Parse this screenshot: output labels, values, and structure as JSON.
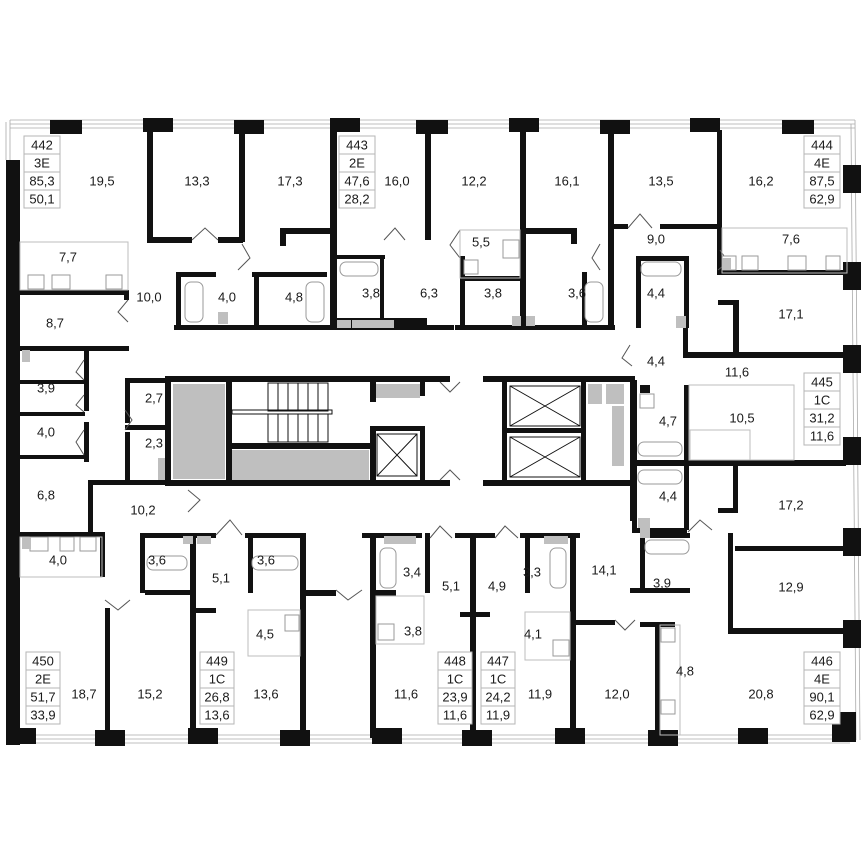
{
  "plan": {
    "background": "#ffffff",
    "wall_color": "#111111",
    "shaft_color": "#bfbfbf"
  },
  "apartments": [
    {
      "id": "apt-442",
      "number": "442",
      "type": "3E",
      "total_area": "85,3",
      "living_area": "50,1"
    },
    {
      "id": "apt-443",
      "number": "443",
      "type": "2E",
      "total_area": "47,6",
      "living_area": "28,2"
    },
    {
      "id": "apt-444",
      "number": "444",
      "type": "4E",
      "total_area": "87,5",
      "living_area": "62,9"
    },
    {
      "id": "apt-445",
      "number": "445",
      "type": "1C",
      "total_area": "31,2",
      "living_area": "11,6"
    },
    {
      "id": "apt-446",
      "number": "446",
      "type": "4E",
      "total_area": "90,1",
      "living_area": "62,9"
    },
    {
      "id": "apt-447",
      "number": "447",
      "type": "1C",
      "total_area": "24,2",
      "living_area": "11,9"
    },
    {
      "id": "apt-448",
      "number": "448",
      "type": "1C",
      "total_area": "23,9",
      "living_area": "11,6"
    },
    {
      "id": "apt-449",
      "number": "449",
      "type": "1C",
      "total_area": "26,8",
      "living_area": "13,6"
    },
    {
      "id": "apt-450",
      "number": "450",
      "type": "2E",
      "total_area": "51,7",
      "living_area": "33,9"
    }
  ],
  "rooms": [
    {
      "area": "19,5"
    },
    {
      "area": "13,3"
    },
    {
      "area": "17,3"
    },
    {
      "area": "16,0"
    },
    {
      "area": "12,2"
    },
    {
      "area": "16,1"
    },
    {
      "area": "13,5"
    },
    {
      "area": "16,2"
    },
    {
      "area": "7,7"
    },
    {
      "area": "5,5"
    },
    {
      "area": "9,0"
    },
    {
      "area": "7,6"
    },
    {
      "area": "10,0"
    },
    {
      "area": "4,0"
    },
    {
      "area": "4,8"
    },
    {
      "area": "3,8"
    },
    {
      "area": "6,3"
    },
    {
      "area": "3,8"
    },
    {
      "area": "3,6"
    },
    {
      "area": "4,4"
    },
    {
      "area": "8,7"
    },
    {
      "area": "17,1"
    },
    {
      "area": "4,4"
    },
    {
      "area": "11,6"
    },
    {
      "area": "3,9"
    },
    {
      "area": "2,7"
    },
    {
      "area": "4,0"
    },
    {
      "area": "2,3"
    },
    {
      "area": "4,7"
    },
    {
      "area": "10,5"
    },
    {
      "area": "6,8"
    },
    {
      "area": "10,2"
    },
    {
      "area": "4,4"
    },
    {
      "area": "17,2"
    },
    {
      "area": "4,0"
    },
    {
      "area": "3,6"
    },
    {
      "area": "3,6"
    },
    {
      "area": "5,1"
    },
    {
      "area": "3,4"
    },
    {
      "area": "5,1"
    },
    {
      "area": "4,9"
    },
    {
      "area": "3,3"
    },
    {
      "area": "14,1"
    },
    {
      "area": "3,9"
    },
    {
      "area": "12,9"
    },
    {
      "area": "4,5"
    },
    {
      "area": "3,8"
    },
    {
      "area": "4,1"
    },
    {
      "area": "4,8"
    },
    {
      "area": "18,7"
    },
    {
      "area": "15,2"
    },
    {
      "area": "13,6"
    },
    {
      "area": "11,6"
    },
    {
      "area": "11,9"
    },
    {
      "area": "12,0"
    },
    {
      "area": "20,8"
    }
  ]
}
